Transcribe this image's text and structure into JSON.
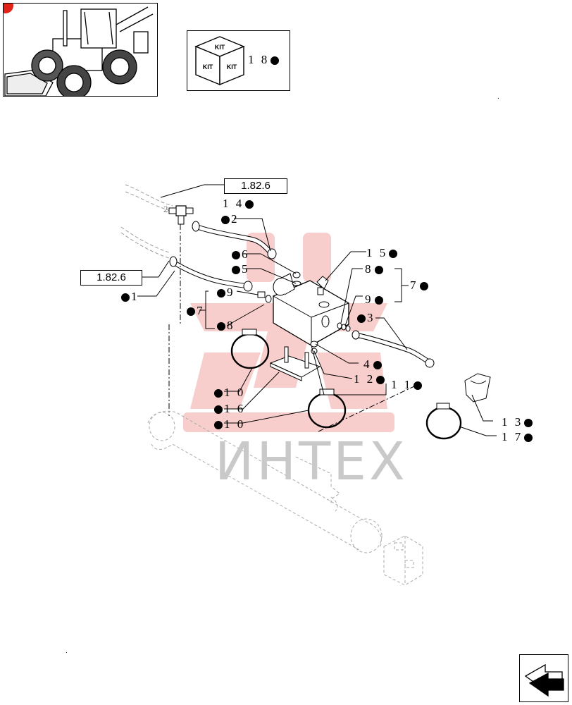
{
  "thumbnail": {
    "icon": "backhoe-loader-icon"
  },
  "kit": {
    "cube_labels": [
      "KIT",
      "KIT",
      "KIT"
    ],
    "ref_text": "1 8"
  },
  "ref_boxes": [
    "1.82.6",
    "1.82.6"
  ],
  "callouts": {
    "c14": "1 4",
    "c2": "2",
    "c16": "6",
    "c5": "5",
    "c15": "1 5",
    "c8r": "8",
    "c7r": "7",
    "c9r": "9",
    "c3": "3",
    "c1": "1",
    "c9l": "9",
    "c7l": "7",
    "c8l": "8",
    "c4": "4",
    "c12": "1 2",
    "c11": "1 1",
    "c10a": "1 0",
    "c16b": "1 6",
    "c10b": "1 0",
    "c13": "1 3",
    "c17": "1 7",
    "c2top": "2"
  },
  "watermark": "ИНТЕХ",
  "nav": {
    "icon": "next-page-arrow-icon"
  },
  "colors": {
    "watermark_red": "#e2231a",
    "watermark_gray": "#c9c9c9",
    "line": "#000000"
  }
}
